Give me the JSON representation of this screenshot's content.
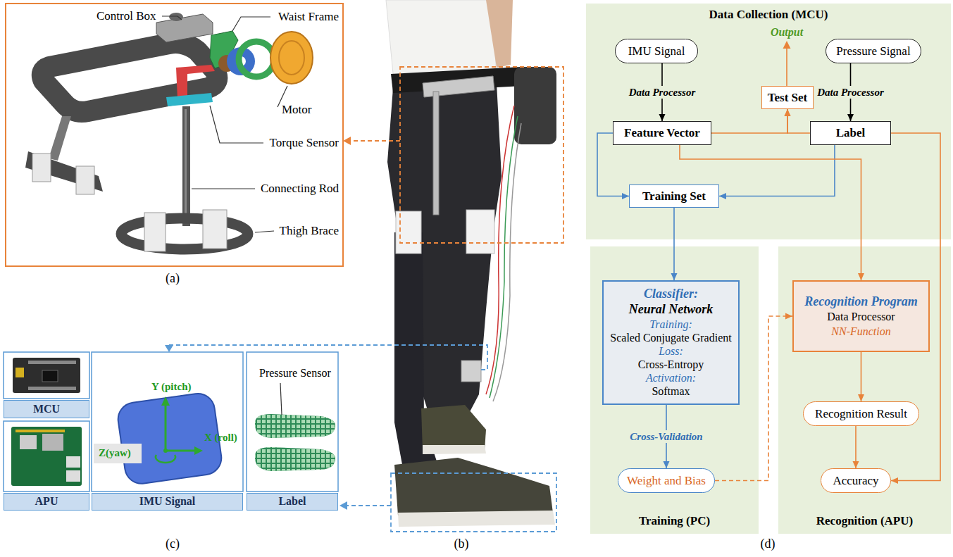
{
  "diagram": {
    "nodes": [
      {
        "text": [
          "Data Collection (MCU)"
        ]
      },
      {
        "text": [
          "IMU Signal"
        ],
        "in": 0
      },
      {
        "text": [
          "Pressure Signal"
        ],
        "in": 0
      },
      {
        "text": [
          "Test Set"
        ],
        "in": 0
      },
      {
        "text": [
          "Feature Vector"
        ],
        "in": 0
      },
      {
        "text": [
          "Label"
        ],
        "in": 0
      },
      {
        "text": [
          "Training Set"
        ],
        "in": 0
      },
      {
        "text": [
          "Training (PC)"
        ]
      },
      {
        "text": [
          "Classifier:",
          "Neural Network",
          "Training:",
          "Scaled Conjugate Gradient",
          "Loss:",
          "Cross-Entropy",
          "Activation:",
          "Softmax"
        ],
        "in": 7
      },
      {
        "text": [
          "Weight and Bias"
        ],
        "in": 7
      },
      {
        "text": [
          "Recognition (APU)"
        ]
      },
      {
        "text": [
          "Recognition Program",
          "Data Processor",
          "NN-Function"
        ],
        "in": 10
      },
      {
        "text": [
          "Recognition Result"
        ],
        "in": 10
      },
      {
        "text": [
          "Accuracy"
        ],
        "in": 10
      },
      {
        "text": [
          "MCU"
        ]
      },
      {
        "text": [
          "APU"
        ]
      },
      {
        "text": [
          "IMU Signal"
        ]
      },
      {
        "text": [
          "Label"
        ]
      }
    ],
    "edges": [
      {
        "from": 1,
        "to": 4,
        "arrow": "to",
        "label": "Data Processor"
      },
      {
        "from": 2,
        "to": 5,
        "arrow": "to",
        "label": "Data Processor"
      },
      {
        "from": 4,
        "to": 3,
        "arrow": "to"
      },
      {
        "from": 5,
        "to": 3,
        "arrow": "to"
      },
      {
        "from": 4,
        "to": 6,
        "arrow": "to"
      },
      {
        "from": 5,
        "to": 6,
        "arrow": "to"
      },
      {
        "from": 6,
        "to": 8,
        "arrow": "to"
      },
      {
        "from": 4,
        "to": 11,
        "arrow": "to"
      },
      {
        "from": 5,
        "to": 13,
        "arrow": "to"
      },
      {
        "from": 8,
        "to": 9,
        "arrow": "to",
        "label": "Cross-Validation"
      },
      {
        "from": 9,
        "to": 11,
        "arrow": "to"
      },
      {
        "from": 11,
        "to": 12,
        "arrow": "to"
      },
      {
        "from": 12,
        "to": 13,
        "arrow": "to"
      }
    ],
    "labels": [
      "Control Box",
      "Waist Frame",
      "Motor",
      "Torque Sensor",
      "Connecting Rod",
      "Thigh Brace",
      "(a)",
      "(b)",
      "(c)",
      "(d)",
      "Y (pitch)",
      "X (roll)",
      "Z(yaw)",
      "Pressure Sensor",
      "Output"
    ]
  }
}
